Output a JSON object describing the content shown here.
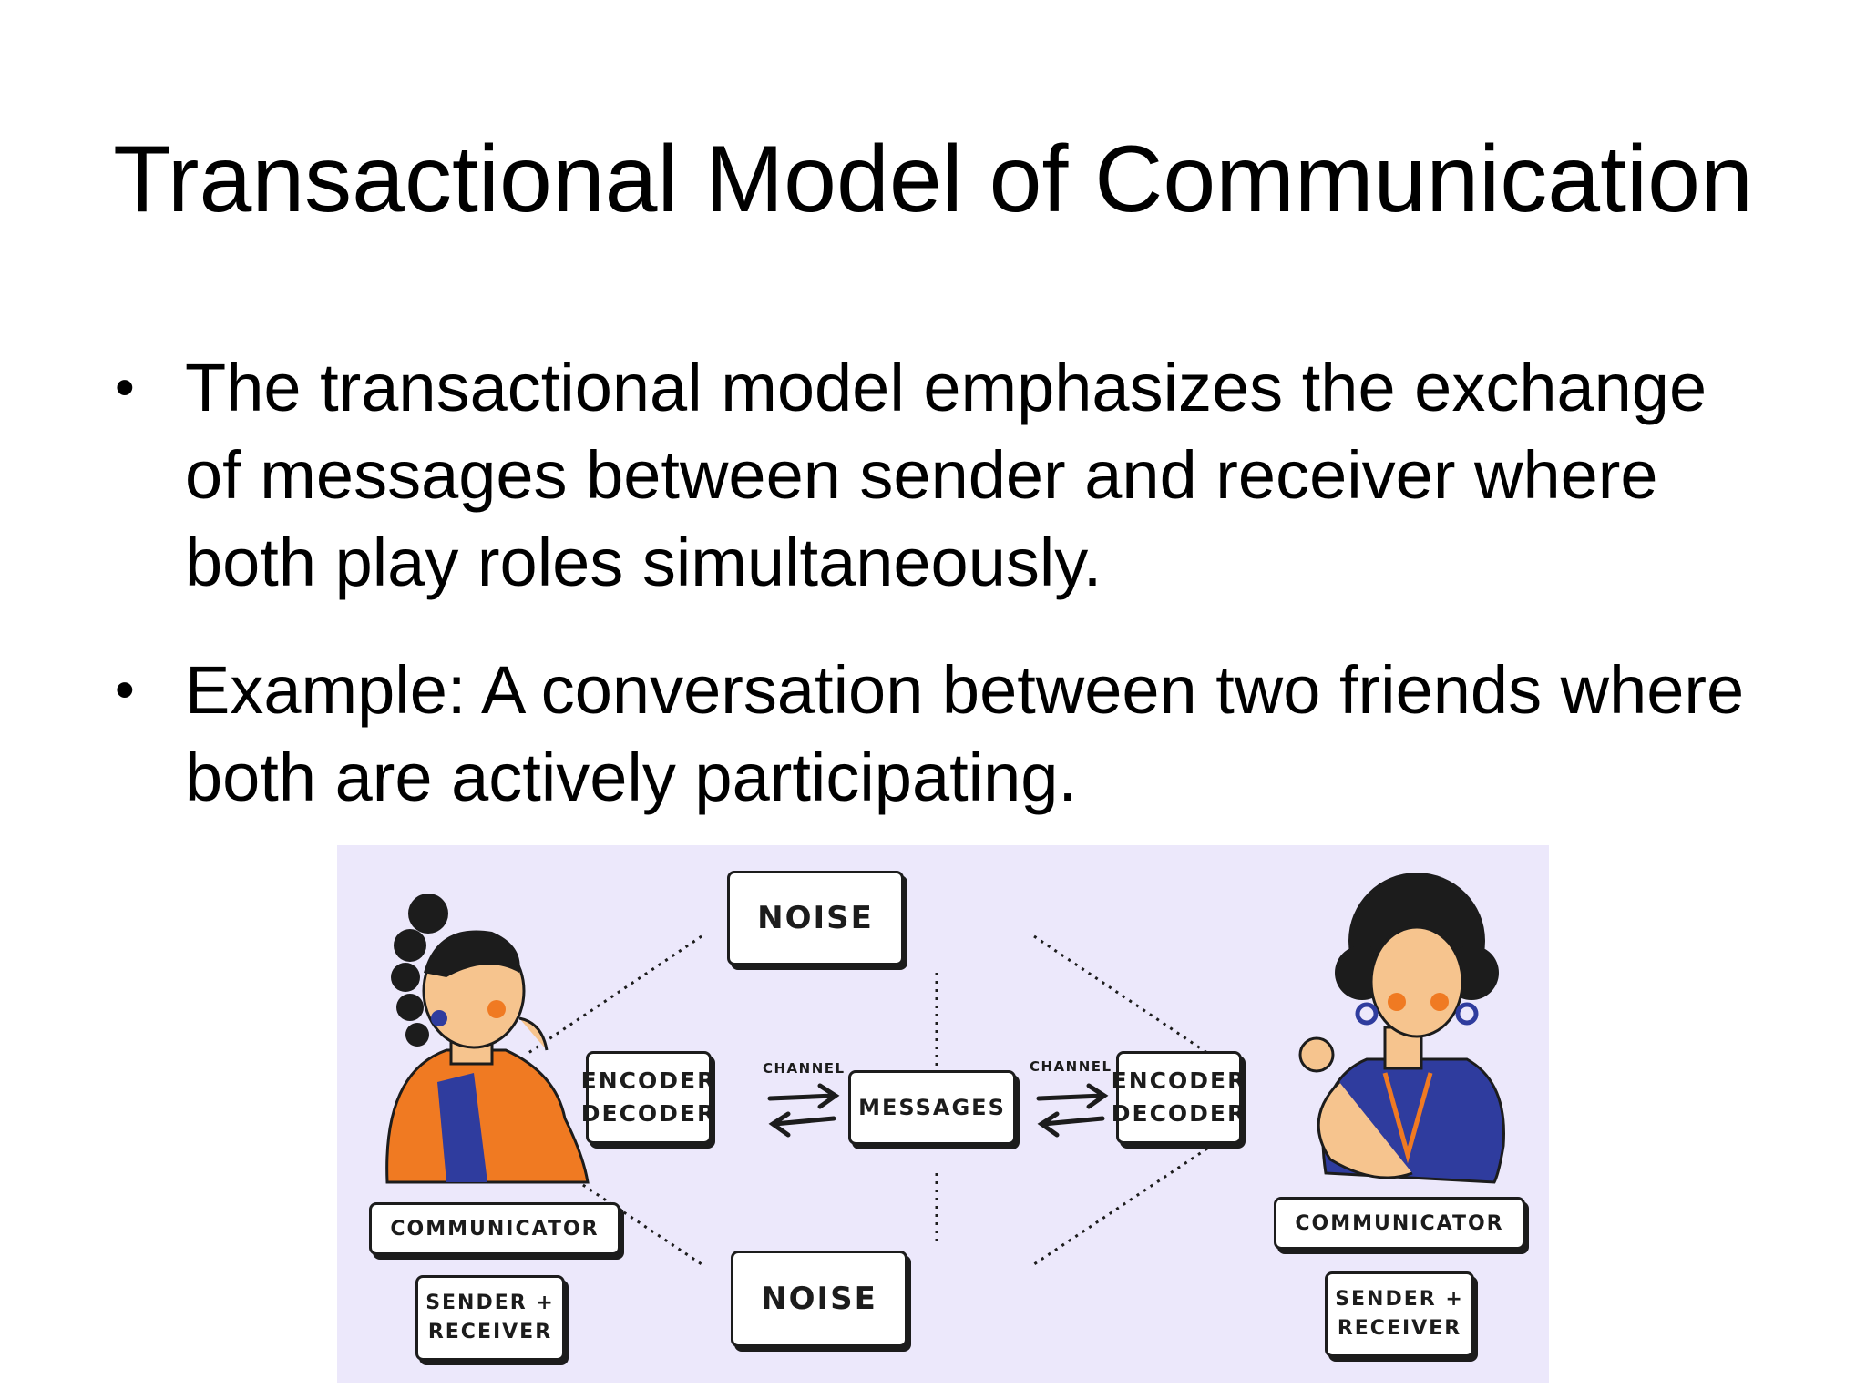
{
  "slide": {
    "title": "Transactional Model of Communication",
    "bullets": [
      "The transactional model emphasizes the exchange of messages between sender and receiver where both play roles simultaneously.",
      "Example: A conversation between two friends where both are actively participating."
    ],
    "bullet_marker": "•"
  },
  "diagram": {
    "noise_top": "NOISE",
    "noise_bottom": "NOISE",
    "messages": "MESSAGES",
    "encoder_left": [
      "ENCODER",
      "DECODER"
    ],
    "encoder_right": [
      "ENCODER",
      "DECODER"
    ],
    "channel_left": "CHANNEL",
    "channel_right": "CHANNEL",
    "communicator_left": "COMMUNICATOR",
    "communicator_right": "COMMUNICATOR",
    "role_left": [
      "SENDER +",
      "RECEIVER"
    ],
    "role_right": [
      "SENDER +",
      "RECEIVER"
    ],
    "colors": {
      "background": "#ece8fb",
      "orange": "#f07a22",
      "blue": "#2f3c9e",
      "skin": "#f6c48e",
      "ink": "#1c1c1c"
    }
  }
}
